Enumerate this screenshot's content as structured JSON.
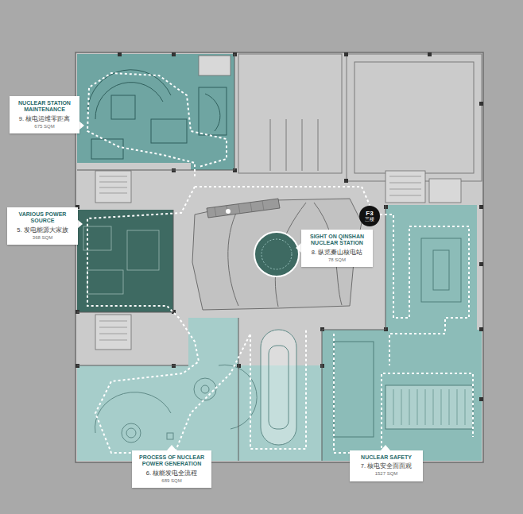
{
  "diagram": {
    "nodes": [
      {
        "text": [
          "NUCLEAR STATION MAINTENANCE",
          "9. 核电运维零距离",
          "675 SQM"
        ]
      },
      {
        "text": [
          "VARIOUS POWER SOURCE",
          "5. 发电能源大家族",
          "368 SQM"
        ]
      },
      {
        "text": [
          "F3",
          "三楼"
        ]
      },
      {
        "text": [
          "SIGHT ON QINSHAN NUCLEAR STATION",
          "8. 纵览秦山核电站",
          "78 SQM"
        ]
      },
      {
        "text": [
          "PROCESS OF NUCLEAR POWER GENERATION",
          "6. 核能发电全流程",
          "689 SQM"
        ]
      },
      {
        "text": [
          "NUCLEAR SAFETY",
          "7. 核电安全面面观",
          "1527 SQM"
        ]
      }
    ]
  }
}
